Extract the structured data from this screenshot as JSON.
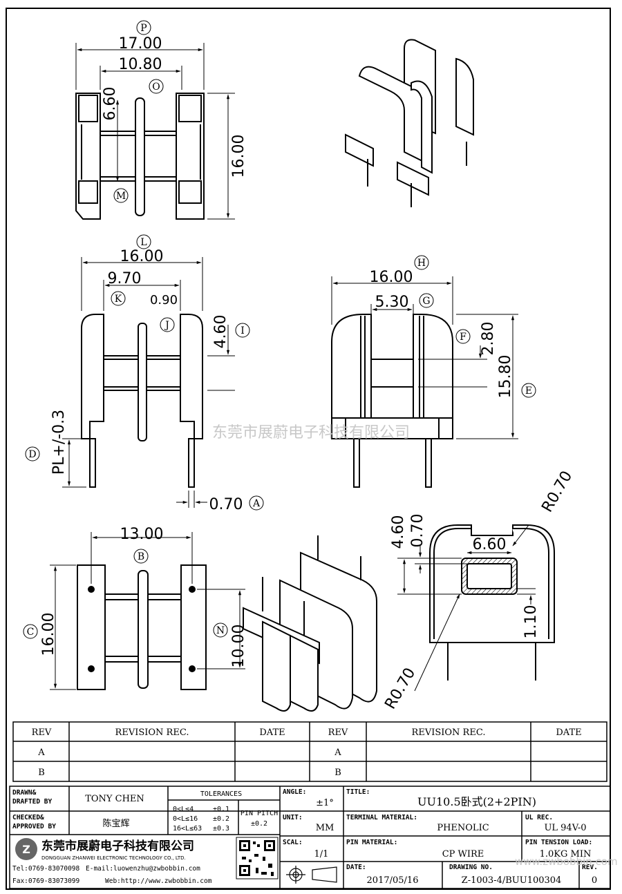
{
  "watermark": "东莞市展蔚电子科技有限公司",
  "watermark_url": "www.zwbobbin.com",
  "dimensions": {
    "P": "P",
    "O": "O",
    "M": "M",
    "L": "L",
    "K": "K",
    "J": "J",
    "I": "I",
    "H": "H",
    "G": "G",
    "F": "F",
    "E": "E",
    "D": "D",
    "A": "A",
    "B": "B",
    "C": "C",
    "N": "N",
    "top_width": "17.00",
    "top_inner": "10.80",
    "top_6_60": "6.60",
    "top_height": "16.00",
    "front_width": "16.00",
    "front_inner": "9.70",
    "front_090": "0.90",
    "front_460": "4.60",
    "front_pl": "PL+/-0.3",
    "front_pin": "0.70",
    "side_width": "16.00",
    "side_530": "5.30",
    "side_280": "2.80",
    "side_1580": "15.80",
    "bottom_width": "13.00",
    "bottom_height": "16.00",
    "bottom_pitch": "10.00",
    "sec_460": "4.60",
    "sec_070": "0.70",
    "sec_660": "6.60",
    "sec_r070_top": "R0.70",
    "sec_110": "1.10",
    "sec_r070_bottom": "R0.70"
  },
  "revision_table": {
    "headers": [
      "REV",
      "REVISION REC.",
      "DATE",
      "REV",
      "REVISION REC.",
      "DATE"
    ],
    "rows": [
      [
        "A",
        "",
        "",
        "A",
        "",
        ""
      ],
      [
        "B",
        "",
        "",
        "B",
        "",
        ""
      ]
    ]
  },
  "title_block": {
    "drawn_label": "DRAWN&\nDRAFTED BY",
    "drawn_label_1": "DRAWN&",
    "drawn_label_2": "DRAFTED BY",
    "drawn_value": "TONY CHEN",
    "checked_label_1": "CHECKED&",
    "checked_label_2": "APPROVED BY",
    "checked_value": "陈宝辉",
    "tolerances_label": "TOLERANCES",
    "tol_rows": [
      [
        "0<L≤4",
        "±0.1"
      ],
      [
        "0<L≤16",
        "±0.2"
      ],
      [
        "16<L≤63",
        "±0.3"
      ]
    ],
    "pin_pitch_label_1": "PIN PITCH",
    "pin_pitch_value": "±0.2",
    "angle_label": "ANGLE:",
    "angle_value": "±1°",
    "unit_label": "UNIT:",
    "unit_value": "MM",
    "scale_label": "SCAL:",
    "scale_value": "1/1",
    "title_label": "TITLE:",
    "title_value": "UU10.5卧式(2+2PIN)",
    "terminal_label": "TERMINAL MATERIAL:",
    "terminal_value": "PHENOLIC",
    "ul_label": "UL REC.",
    "ul_value": "UL 94V-0",
    "pin_material_label": "PIN MATERIAL:",
    "pin_material_value": "CP WIRE",
    "pin_tension_label": "PIN TENSION LOAD:",
    "pin_tension_value": "1.0KG MIN",
    "date_label": "DATE:",
    "date_value": "2017/05/16",
    "drawing_no_label": "DRAWING NO.",
    "drawing_no_value": "Z-1003-4/BUU100304",
    "rev_label": "REV.",
    "rev_value": "0",
    "company_cn": "东莞市展蔚电子科技有限公司",
    "company_en": "DONGGUAN ZHANWEI ELECTRONIC TECHNOLOGY CO., LTD.",
    "tel": "Tel:0769-83070098",
    "email": "E-mail:luowenzhu@zwbobbin.com",
    "fax": "Fax:0769-83073099",
    "web": "Web:http://www.zwbobbin.com"
  }
}
